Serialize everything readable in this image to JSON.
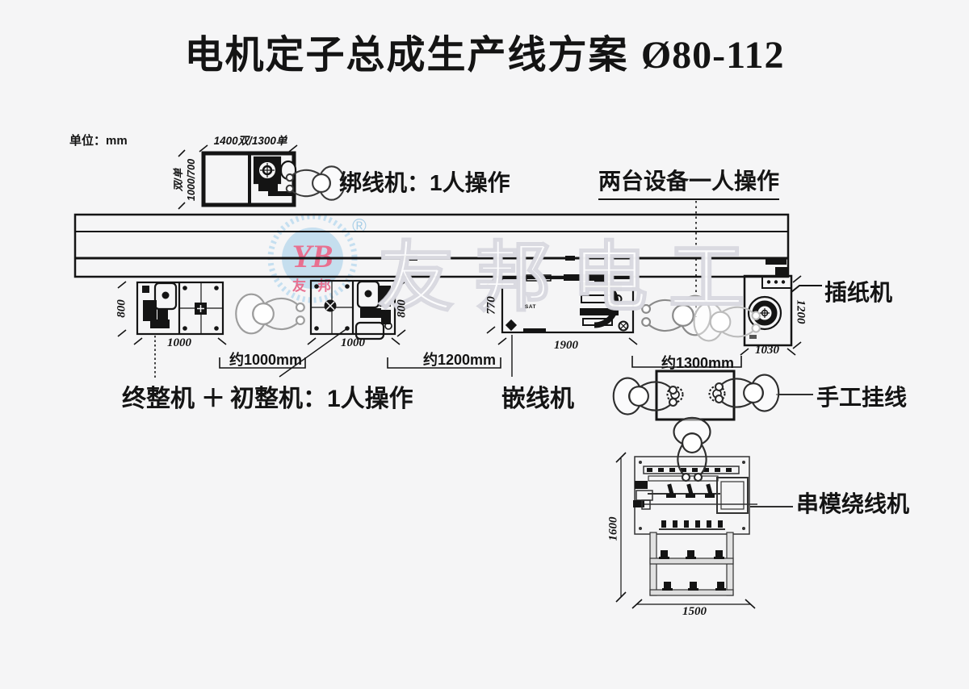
{
  "page": {
    "background": "#f5f5f6",
    "ink": "#141414"
  },
  "title": {
    "main": "电机定子总成生产线方案",
    "spec": "Ø80-112"
  },
  "unit_label": "单位：mm",
  "watermark": {
    "big_text": "友邦电工",
    "logo_top": "YB",
    "logo_bottom": "友邦",
    "registered_mark": "®",
    "blue": "#b9d8ec",
    "pink": "#e87090"
  },
  "binding_station": {
    "label": "绑线机：1人操作",
    "top_dim": "1400双/1300单",
    "side_dim_line1": "双/单",
    "side_dim_line2": "1000/700"
  },
  "shared_operator_label": "两台设备一人操作",
  "forming_station": {
    "final_machine_label": "终整机",
    "plus_sign": "＋",
    "initial_machine_label": "初整机：1人操作",
    "machine1": {
      "height_mm": "800",
      "width_mm": "1000"
    },
    "machine2": {
      "height_mm": "800",
      "width_mm": "1000"
    },
    "gap_label": "约1000mm"
  },
  "inserting_station": {
    "label": "嵌线机",
    "height_mm": "770",
    "width_mm": "1900",
    "badge": "SAT",
    "gap_label": "约1200mm"
  },
  "paper_station": {
    "label": "插纸机",
    "height_mm": "1200",
    "width_mm": "1030"
  },
  "hanging_station": {
    "label": "手工挂线",
    "gap_label": "约1300mm"
  },
  "winding_station": {
    "label": "串模绕线机",
    "height_mm": "1600",
    "width_mm": "1500"
  }
}
